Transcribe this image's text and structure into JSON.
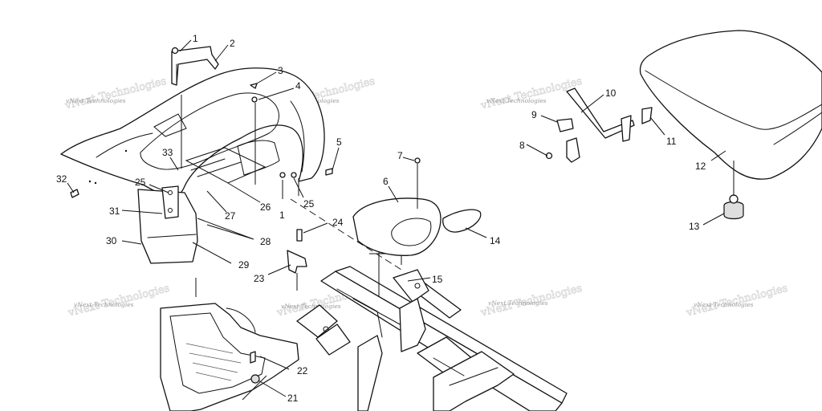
{
  "watermark": {
    "text": "vNext Technologies",
    "color": "#9a9a9a"
  },
  "callouts": [
    {
      "id": "c1a",
      "label": "1"
    },
    {
      "id": "c2",
      "label": "2"
    },
    {
      "id": "c3",
      "label": "3"
    },
    {
      "id": "c4",
      "label": "4"
    },
    {
      "id": "c5",
      "label": "5"
    },
    {
      "id": "c6",
      "label": "6"
    },
    {
      "id": "c7",
      "label": "7"
    },
    {
      "id": "c8",
      "label": "8"
    },
    {
      "id": "c9",
      "label": "9"
    },
    {
      "id": "c10",
      "label": "10"
    },
    {
      "id": "c11",
      "label": "11"
    },
    {
      "id": "c12",
      "label": "12"
    },
    {
      "id": "c13",
      "label": "13"
    },
    {
      "id": "c14",
      "label": "14"
    },
    {
      "id": "c15",
      "label": "15"
    },
    {
      "id": "c1b",
      "label": "1"
    },
    {
      "id": "c21",
      "label": "21"
    },
    {
      "id": "c22",
      "label": "22"
    },
    {
      "id": "c23",
      "label": "23"
    },
    {
      "id": "c24",
      "label": "24"
    },
    {
      "id": "c25a",
      "label": "25"
    },
    {
      "id": "c25b",
      "label": "25"
    },
    {
      "id": "c26",
      "label": "26"
    },
    {
      "id": "c27",
      "label": "27"
    },
    {
      "id": "c28",
      "label": "28"
    },
    {
      "id": "c29",
      "label": "29"
    },
    {
      "id": "c30",
      "label": "30"
    },
    {
      "id": "c31",
      "label": "31"
    },
    {
      "id": "c32",
      "label": "32"
    },
    {
      "id": "c33",
      "label": "33"
    }
  ]
}
